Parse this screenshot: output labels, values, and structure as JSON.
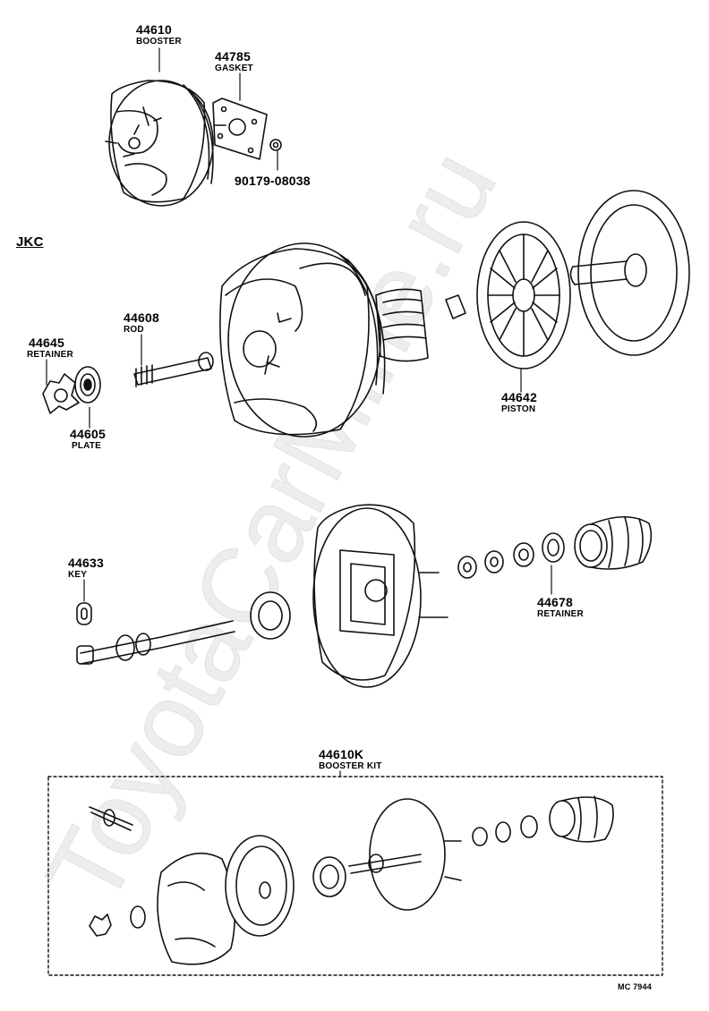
{
  "section_label": "JKC",
  "drawing_code": "MC 7944",
  "watermark": "ToyotaCarMine.ru",
  "parts": {
    "booster": {
      "number": "44610",
      "name": "BOOSTER"
    },
    "gasket": {
      "number": "44785",
      "name": "GASKET"
    },
    "nut": {
      "number": "90179-08038"
    },
    "rod": {
      "number": "44608",
      "name": "ROD"
    },
    "retainer_front": {
      "number": "44645",
      "name": "RETAINER"
    },
    "plate": {
      "number": "44605",
      "name": "PLATE"
    },
    "piston": {
      "number": "44642",
      "name": "PISTON"
    },
    "key": {
      "number": "44633",
      "name": "KEY"
    },
    "retainer_rear": {
      "number": "44678",
      "name": "RETAINER"
    },
    "booster_kit": {
      "number": "44610K",
      "name": "BOOSTER KIT"
    }
  }
}
